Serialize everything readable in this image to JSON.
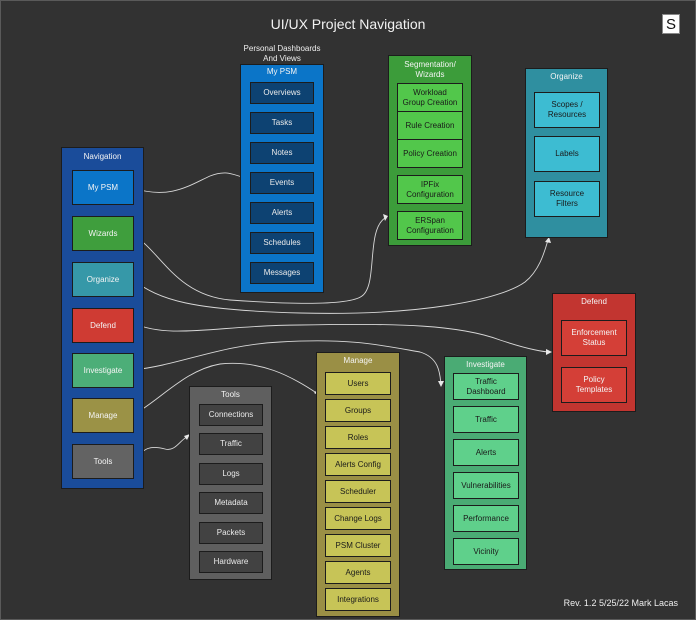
{
  "title": "UI/UX Project Navigation",
  "logo_letter": "S",
  "footer": "Rev. 1.2 5/25/22 Mark Lacas",
  "colors": {
    "background": "#323232",
    "navigation": "#1a4c9a",
    "mypsm": "#0b75c8",
    "mypsm_item": "#0d4272",
    "wizards": "#3c9c3a",
    "wizards_item": "#52c74b",
    "organize": "#2f8fa0",
    "organize_item": "#3dbcd2",
    "defend": "#c23530",
    "defend_item": "#d43f37",
    "investigate": "#4aab74",
    "investigate_item": "#5fd08b",
    "manage": "#9a8f45",
    "manage_item": "#c7c457",
    "tools": "#5f5f5f",
    "tools_item": "#424242",
    "connector": "#d8d8d8"
  },
  "navigation": {
    "title": "Navigation",
    "items": [
      {
        "label": "My PSM",
        "color": "#0b75c8"
      },
      {
        "label": "Wizards",
        "color": "#3f9e3d"
      },
      {
        "label": "Organize",
        "color": "#3698a8"
      },
      {
        "label": "Defend",
        "color": "#cf3b33"
      },
      {
        "label": "Investigate",
        "color": "#4cae78"
      },
      {
        "label": "Manage",
        "color": "#9b9246"
      },
      {
        "label": "Tools",
        "color": "#636363"
      }
    ]
  },
  "mypsm": {
    "caption_line1": "Personal Dashboards",
    "caption_line2": "And Views",
    "title": "My PSM",
    "items": [
      "Overviews",
      "Tasks",
      "Notes",
      "Events",
      "Alerts",
      "Schedules",
      "Messages"
    ]
  },
  "wizards": {
    "title_line1": "Segmentation/",
    "title_line2": "Wizards",
    "items": [
      {
        "line1": "Workload",
        "line2": "Group Creation"
      },
      {
        "line1": "Rule Creation",
        "line2": ""
      },
      {
        "line1": "Policy Creation",
        "line2": ""
      },
      {
        "line1": "IPFix",
        "line2": "Configuration"
      },
      {
        "line1": "ERSpan",
        "line2": "Configuration"
      }
    ]
  },
  "organize": {
    "title": "Organize",
    "items": [
      {
        "line1": "Scopes /",
        "line2": "Resources"
      },
      {
        "line1": "Labels",
        "line2": ""
      },
      {
        "line1": "Resource",
        "line2": "Filters"
      }
    ]
  },
  "defend": {
    "title": "Defend",
    "items": [
      {
        "line1": "Enforcement",
        "line2": "Status"
      },
      {
        "line1": "Policy",
        "line2": "Templates"
      }
    ]
  },
  "investigate": {
    "title": "Investigate",
    "items": [
      {
        "line1": "Traffic",
        "line2": "Dashboard"
      },
      {
        "line1": "Traffic",
        "line2": ""
      },
      {
        "line1": "Alerts",
        "line2": ""
      },
      {
        "line1": "Vulnerabilities",
        "line2": ""
      },
      {
        "line1": "Performance",
        "line2": ""
      },
      {
        "line1": "Vicinity",
        "line2": ""
      }
    ]
  },
  "manage": {
    "title": "Manage",
    "items": [
      "Users",
      "Groups",
      "Roles",
      "Alerts Config",
      "Scheduler",
      "Change Logs",
      "PSM Cluster",
      "Agents",
      "Integrations"
    ]
  },
  "tools": {
    "title": "Tools",
    "items": [
      "Connections",
      "Traffic",
      "Logs",
      "Metadata",
      "Packets",
      "Hardware"
    ]
  },
  "connections": [
    {
      "from": "My PSM",
      "to": "My PSM panel"
    },
    {
      "from": "Wizards",
      "to": "Segmentation/Wizards panel"
    },
    {
      "from": "Organize",
      "to": "Organize panel"
    },
    {
      "from": "Defend",
      "to": "Defend panel"
    },
    {
      "from": "Investigate",
      "to": "Investigate panel"
    },
    {
      "from": "Manage",
      "to": "Manage panel"
    },
    {
      "from": "Tools",
      "to": "Tools panel"
    }
  ]
}
